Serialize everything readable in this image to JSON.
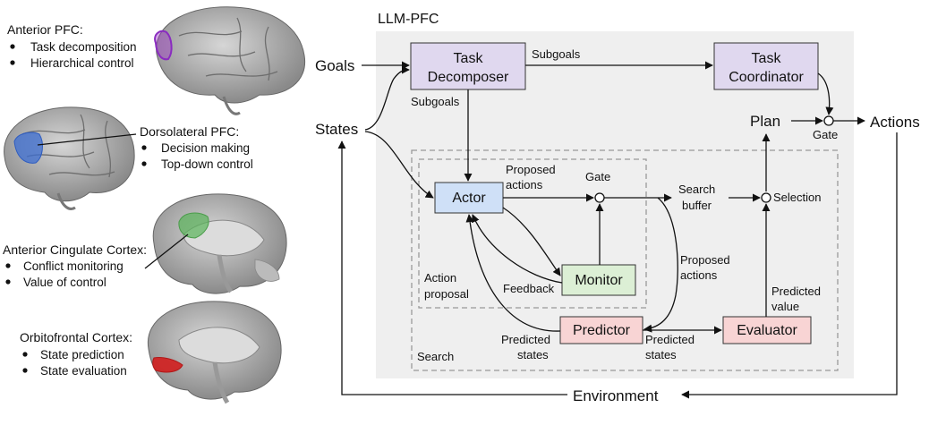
{
  "brain_regions": [
    {
      "title": "Anterior PFC:",
      "items": [
        "Task decomposition",
        "Hierarchical control"
      ],
      "color": "#a03cc8"
    },
    {
      "title": "Dorsolateral PFC:",
      "items": [
        "Decision making",
        "Top-down control"
      ],
      "color": "#3c6ed2"
    },
    {
      "title": "Anterior Cingulate Cortex:",
      "items": [
        "Conflict monitoring",
        "Value of control"
      ],
      "color": "#5ab45a"
    },
    {
      "title": "Orbitofrontal Cortex:",
      "items": [
        "State prediction",
        "State evaluation"
      ],
      "color": "#d21e1e"
    }
  ],
  "architecture": {
    "title": "LLM-PFC",
    "inputs": {
      "goals": "Goals",
      "states": "States"
    },
    "output": "Actions",
    "environment": "Environment",
    "modules": {
      "task_decomposer": [
        "Task",
        "Decomposer"
      ],
      "task_coordinator": [
        "Task",
        "Coordinator"
      ],
      "actor": "Actor",
      "monitor": "Monitor",
      "predictor": "Predictor",
      "evaluator": "Evaluator"
    },
    "labels": {
      "subgoals_right": "Subgoals",
      "subgoals_down": "Subgoals",
      "plan": "Plan",
      "gate_final": "Gate",
      "gate_inner": "Gate",
      "proposed_actions_1": [
        "Proposed",
        "actions"
      ],
      "proposed_actions_2": [
        "Proposed",
        "actions"
      ],
      "search_buffer": [
        "Search",
        "buffer"
      ],
      "selection": "Selection",
      "feedback": "Feedback",
      "action_proposal": [
        "Action",
        "proposal"
      ],
      "predicted_value": [
        "Predicted",
        "value"
      ],
      "predicted_states_left": [
        "Predicted",
        "states"
      ],
      "predicted_states_right": [
        "Predicted",
        "states"
      ],
      "search": "Search"
    },
    "colors": {
      "purple_box": "#e0d8ef",
      "blue_box": "#cfe0f7",
      "green_box": "#dcefd5",
      "red_box": "#f8d4d4",
      "panel": "#efefef"
    }
  }
}
